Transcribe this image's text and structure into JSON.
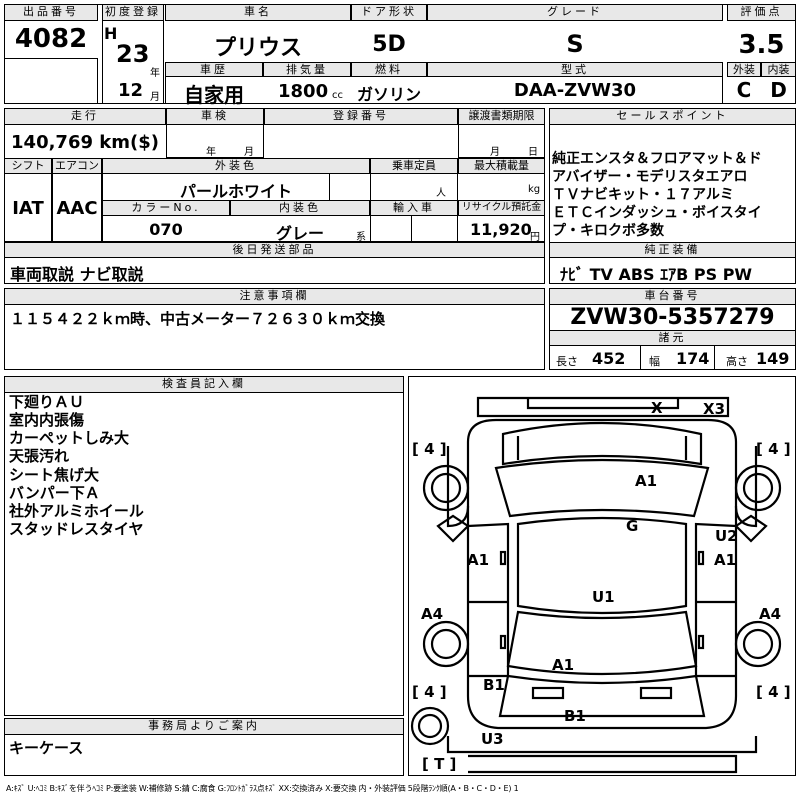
{
  "header": {
    "lot_label": "出品番号",
    "lot_value": "4082",
    "first_reg_label": "初度登録",
    "era": "H",
    "year": "23",
    "year_unit": "年",
    "month": "12",
    "month_unit": "月",
    "car_name_label": "車名",
    "car_name": "プリウス",
    "door_label": "ドア形状",
    "door_value": "5D",
    "grade_label": "グレード",
    "grade_value": "S",
    "score_label": "評価点",
    "score_value": "3.5",
    "history_label": "車歴",
    "history_value": "自家用",
    "displacement_label": "排気量",
    "displacement_value": "1800",
    "displacement_unit": "cc",
    "fuel_label": "燃料",
    "fuel_value": "ガソリン",
    "model_label": "型式",
    "model_value": "DAA-ZVW30",
    "exterior_label": "外装",
    "exterior_value": "C",
    "interior_label": "内装",
    "interior_value": "D"
  },
  "row2": {
    "mileage_label": "走行",
    "mileage_value": "140,769 km($)",
    "inspection_label": "車検",
    "inspection_year": "年",
    "inspection_month": "月",
    "plate_label": "登録番号",
    "transfer_label": "譲渡書類期限",
    "transfer_month": "月",
    "transfer_day": "日",
    "shift_label": "シフト",
    "shift_value": "IAT",
    "ac_label": "エアコン",
    "ac_value": "AAC",
    "ext_color_label": "外装色",
    "ext_color_value": "パールホワイト",
    "capacity_label": "乗車定員",
    "capacity_unit": "人",
    "load_label": "最大積載量",
    "load_unit": "kg",
    "color_no_label": "カラーNo.",
    "color_no_value": "070",
    "int_color_label": "内装色",
    "int_color_value": "グレー",
    "int_color_suffix": "系",
    "import_label": "輸入車",
    "recycle_label": "リサイクル預託金",
    "recycle_value": "11,920",
    "recycle_unit": "円",
    "later_parts_label": "後日発送部品",
    "later_parts_value": "車両取説 ナビ取説"
  },
  "sales": {
    "label": "セールスポイント",
    "lines": [
      "純正エンスタ＆フロアマット＆ド",
      "アバイザー・モデリスタエアロ",
      "ＴＶナビキット・１７アルミ",
      "ＥＴＣインダッシュ・ボイスタイ",
      "プ・キロクボ多数"
    ],
    "equip_label": "純正装備",
    "equip_value": "ﾅﾋﾞ TV ABS ｴｱB PS PW"
  },
  "notes": {
    "label": "注意事項欄",
    "value": "１１５４２２ｋｍ時、中古メーター７２６３０ｋｍ交換"
  },
  "chassis": {
    "label": "車台番号",
    "value": "ZVW30-5357279",
    "spec_label": "諸元",
    "length_label": "長さ",
    "length_value": "452",
    "width_label": "幅",
    "width_value": "174",
    "height_label": "高さ",
    "height_value": "149"
  },
  "inspector": {
    "label": "検査員記入欄",
    "lines": [
      "下廻りＡＵ",
      "室内内張傷",
      "カーペットしみ大",
      "天張汚れ",
      "シート焦げ大",
      "バンパー下Ａ",
      "社外アルミホイール",
      "スタッドレスタイヤ"
    ]
  },
  "office": {
    "label": "事務局よりご案内",
    "value": "キーケース"
  },
  "diagram": {
    "tire_fl": "[ 4 ]",
    "tire_fr": "[ 4 ]",
    "tire_rl": "[ 4 ]",
    "tire_rr": "[ 4 ]",
    "spare": "[ T ]",
    "marks": [
      "X",
      "X3",
      "A1",
      "G",
      "U2",
      "A1",
      "A1",
      "U1",
      "A4",
      "A4",
      "A1",
      "B1",
      "B1",
      "U3"
    ]
  },
  "legend": "A:ｷｽﾞ U:ﾍｺﾐ B:ｷｽﾞを伴うﾍｺﾐ P:要塗装 W:補修跡 S:錆 C:腐食 G:ﾌﾛﾝﾄｶﾞﾗｽ点ｷｽﾞ XX:交換済み X:要交換 内・外装評価 5段階ﾗﾝｸ順(A・B・C・D・E) 1"
}
